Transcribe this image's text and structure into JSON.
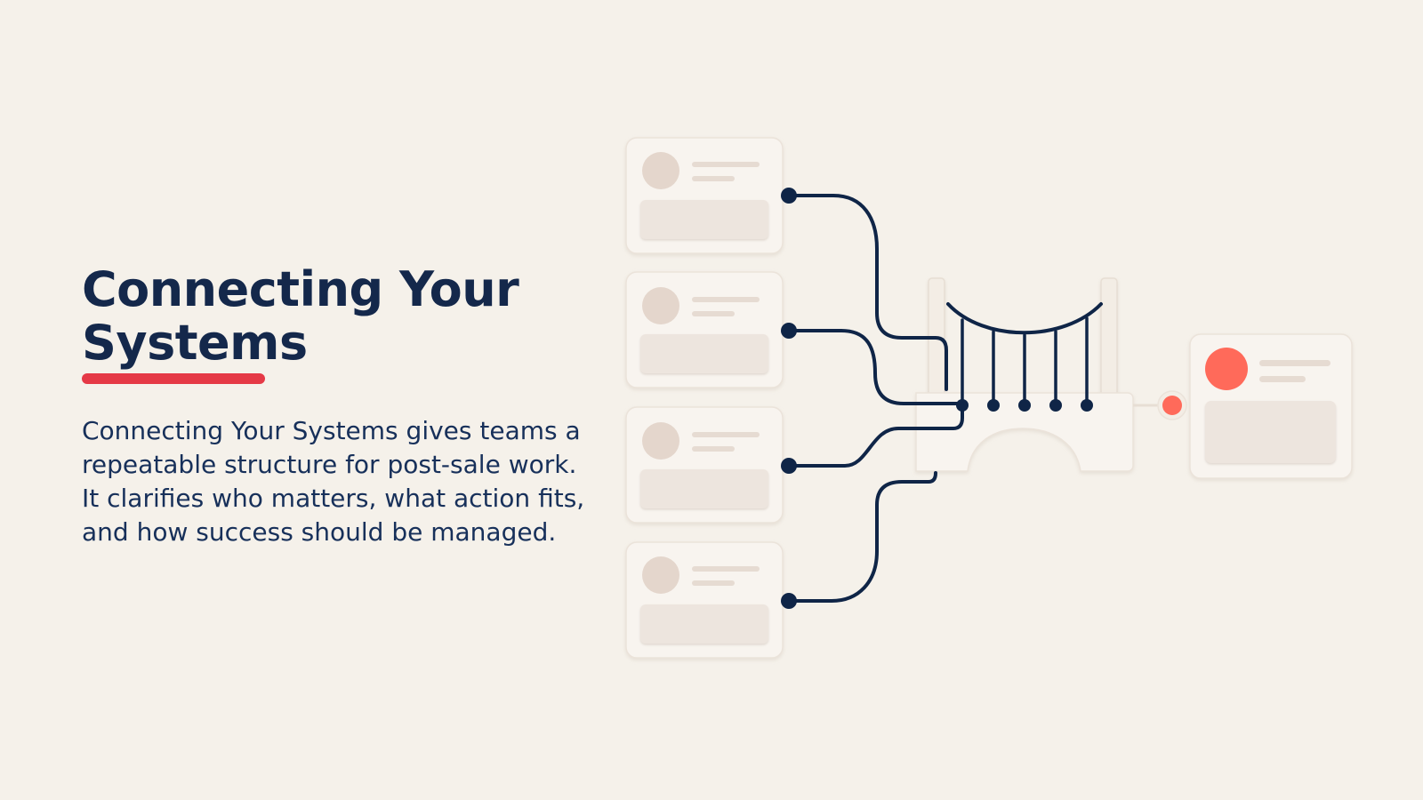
{
  "slide": {
    "title_line_1": "Connecting Your",
    "title_line_2": "Systems",
    "description": "Connecting Your Systems gives teams a repeatable structure for post-sale work. It clarifies who matters, what action fits, and how success should be managed."
  },
  "diagram": {
    "source_card_count": 4,
    "bridge_cable_count": 5,
    "colors": {
      "background": "#f5f1ea",
      "card": "#f8f4ef",
      "card_placeholder": "#ede5de",
      "avatar_placeholder": "#e4d6cc",
      "connector": "#0f2547",
      "accent": "#ff6a5a",
      "underline": "#e53946",
      "title_text": "#14284b"
    },
    "icons": {
      "source_card_avatar": "avatar-placeholder-icon",
      "target_card_avatar": "highlighted-avatar-icon",
      "bridge": "suspension-bridge-icon"
    }
  }
}
